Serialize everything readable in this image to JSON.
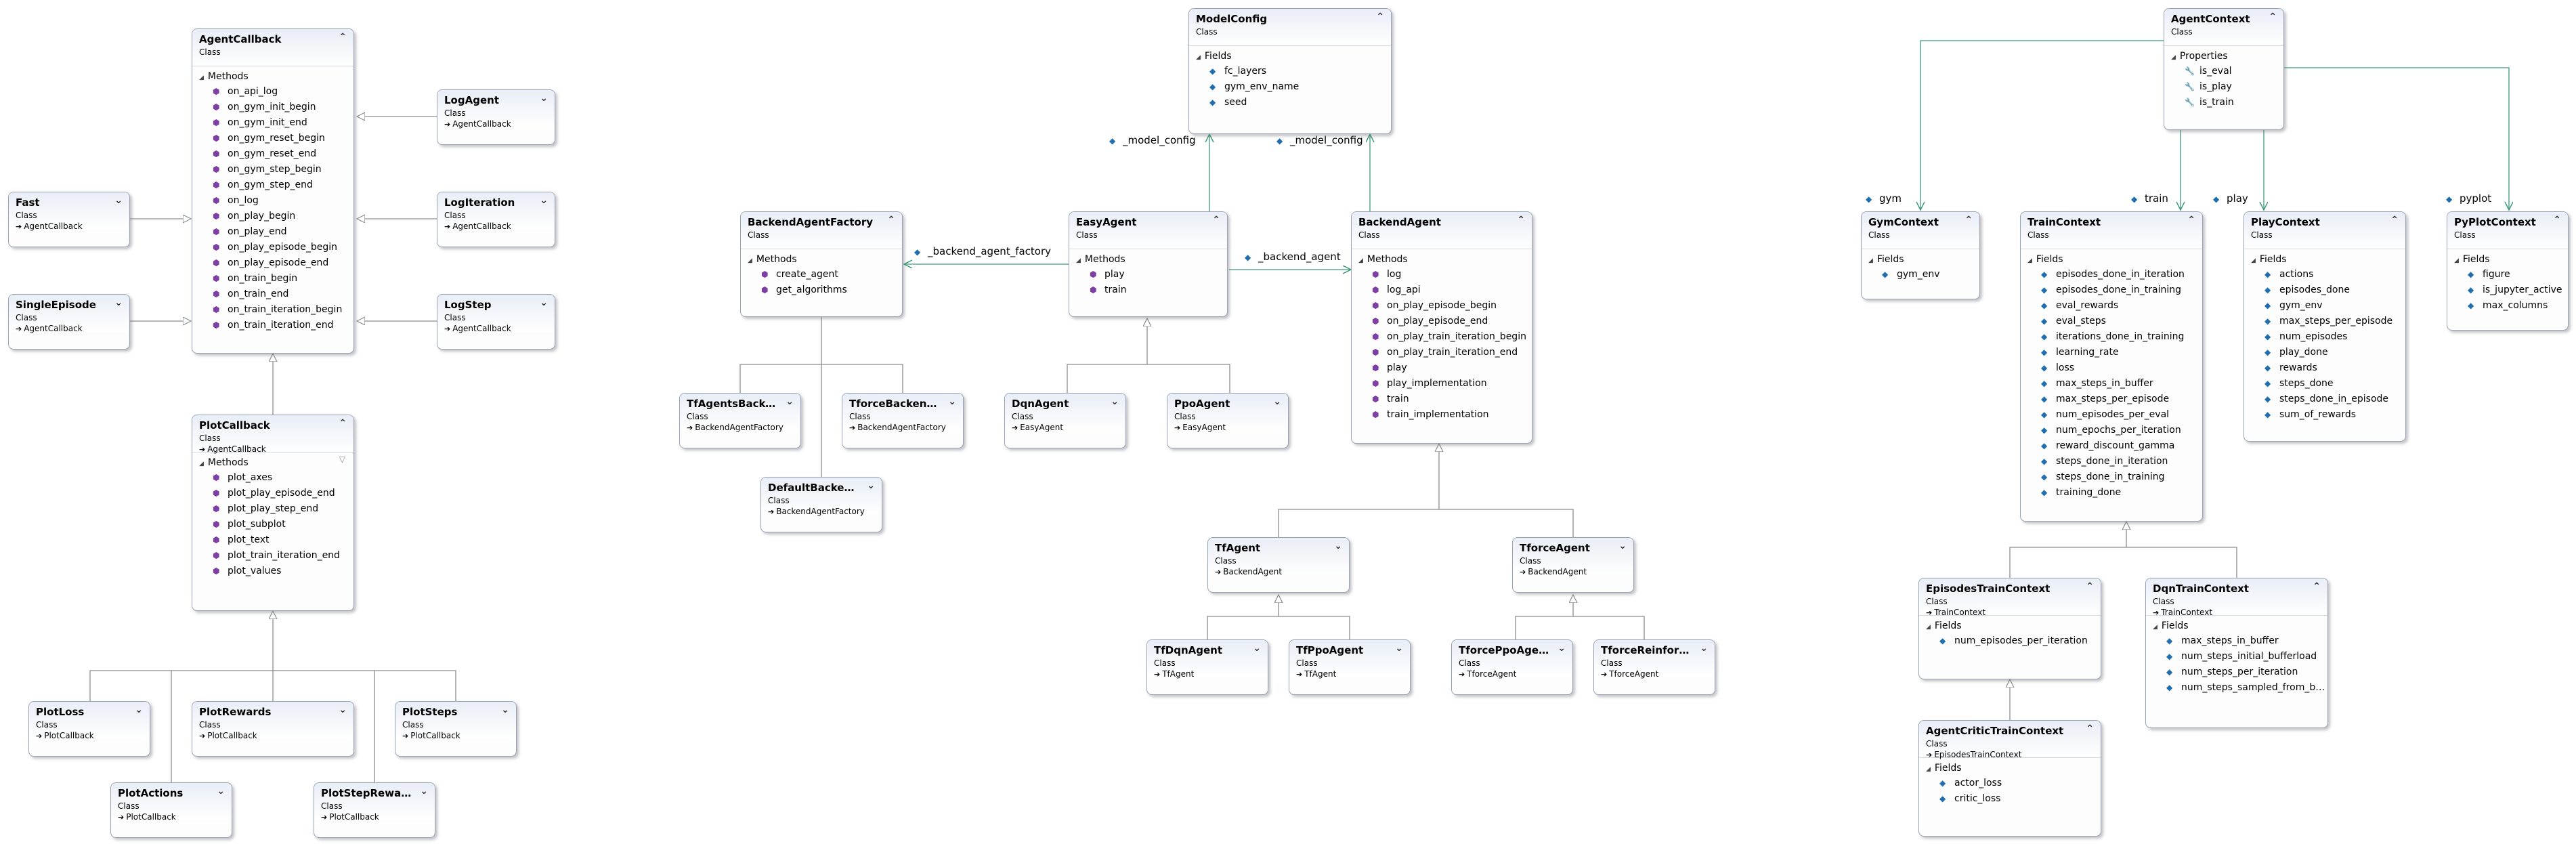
{
  "labels": {
    "backend_agent_factory": "_backend_agent_factory",
    "model_config_1": "_model_config",
    "model_config_2": "_model_config",
    "backend_agent": "_backend_agent",
    "gym": "gym",
    "train": "train",
    "play": "play",
    "pyplot": "pyplot"
  },
  "classes": {
    "agentcallback": {
      "name": "AgentCallback",
      "kind": "Class",
      "section": "Methods",
      "members": [
        "on_api_log",
        "on_gym_init_begin",
        "on_gym_init_end",
        "on_gym_reset_begin",
        "on_gym_reset_end",
        "on_gym_step_begin",
        "on_gym_step_end",
        "on_log",
        "on_play_begin",
        "on_play_end",
        "on_play_episode_begin",
        "on_play_episode_end",
        "on_train_begin",
        "on_train_end",
        "on_train_iteration_begin",
        "on_train_iteration_end"
      ]
    },
    "logagent": {
      "name": "LogAgent",
      "kind": "Class",
      "base": "AgentCallback"
    },
    "fast": {
      "name": "Fast",
      "kind": "Class",
      "base": "AgentCallback"
    },
    "logiteration": {
      "name": "LogIteration",
      "kind": "Class",
      "base": "AgentCallback"
    },
    "singleepisode": {
      "name": "SingleEpisode",
      "kind": "Class",
      "base": "AgentCallback"
    },
    "logstep": {
      "name": "LogStep",
      "kind": "Class",
      "base": "AgentCallback"
    },
    "plotcallback": {
      "name": "PlotCallback",
      "kind": "Class",
      "base": "AgentCallback",
      "section": "Methods",
      "members": [
        "plot_axes",
        "plot_play_episode_end",
        "plot_play_step_end",
        "plot_subplot",
        "plot_text",
        "plot_train_iteration_end",
        "plot_values"
      ]
    },
    "plotloss": {
      "name": "PlotLoss",
      "kind": "Class",
      "base": "PlotCallback"
    },
    "plotrewards": {
      "name": "PlotRewards",
      "kind": "Class",
      "base": "PlotCallback"
    },
    "plotsteps": {
      "name": "PlotSteps",
      "kind": "Class",
      "base": "PlotCallback"
    },
    "plotactions": {
      "name": "PlotActions",
      "kind": "Class",
      "base": "PlotCallback"
    },
    "plotsteprewards": {
      "name": "PlotStepRewards",
      "kind": "Class",
      "base": "PlotCallback"
    },
    "modelconfig": {
      "name": "ModelConfig",
      "kind": "Class",
      "section": "Fields",
      "members": [
        "fc_layers",
        "gym_env_name",
        "seed"
      ]
    },
    "backendagentfactory": {
      "name": "BackendAgentFactory",
      "kind": "Class",
      "section": "Methods",
      "members": [
        "create_agent",
        "get_algorithms"
      ]
    },
    "easyagent": {
      "name": "EasyAgent",
      "kind": "Class",
      "section": "Methods",
      "members": [
        "play",
        "train"
      ]
    },
    "backendagent": {
      "name": "BackendAgent",
      "kind": "Class",
      "section": "Methods",
      "members": [
        "log",
        "log_api",
        "on_play_episode_begin",
        "on_play_episode_end",
        "on_play_train_iteration_begin",
        "on_play_train_iteration_end",
        "play",
        "play_implementation",
        "train",
        "train_implementation"
      ]
    },
    "tfagentsbackend": {
      "name": "TfAgentsBacken…",
      "kind": "Class",
      "base": "BackendAgentFactory"
    },
    "tforcebackend": {
      "name": "TforceBackendA…",
      "kind": "Class",
      "base": "BackendAgentFactory"
    },
    "defaultbackend": {
      "name": "DefaultBackend…",
      "kind": "Class",
      "base": "BackendAgentFactory"
    },
    "dqnagent": {
      "name": "DqnAgent",
      "kind": "Class",
      "base": "EasyAgent"
    },
    "ppoagent": {
      "name": "PpoAgent",
      "kind": "Class",
      "base": "EasyAgent"
    },
    "tfagent": {
      "name": "TfAgent",
      "kind": "Class",
      "base": "BackendAgent"
    },
    "tforceagent": {
      "name": "TforceAgent",
      "kind": "Class",
      "base": "BackendAgent"
    },
    "tfdqnagent": {
      "name": "TfDqnAgent",
      "kind": "Class",
      "base": "TfAgent"
    },
    "tfppoagent": {
      "name": "TfPpoAgent",
      "kind": "Class",
      "base": "TfAgent"
    },
    "tforceppoagent": {
      "name": "TforcePpoAgent",
      "kind": "Class",
      "base": "TforceAgent"
    },
    "tforcereinforce": {
      "name": "TforceReinforce…",
      "kind": "Class",
      "base": "TforceAgent"
    },
    "agentcontext": {
      "name": "AgentContext",
      "kind": "Class",
      "section": "Properties",
      "members": [
        "is_eval",
        "is_play",
        "is_train"
      ]
    },
    "gymcontext": {
      "name": "GymContext",
      "kind": "Class",
      "section": "Fields",
      "members": [
        "gym_env"
      ]
    },
    "traincontext": {
      "name": "TrainContext",
      "kind": "Class",
      "section": "Fields",
      "members": [
        "episodes_done_in_iteration",
        "episodes_done_in_training",
        "eval_rewards",
        "eval_steps",
        "iterations_done_in_training",
        "learning_rate",
        "loss",
        "max_steps_in_buffer",
        "max_steps_per_episode",
        "num_episodes_per_eval",
        "num_epochs_per_iteration",
        "reward_discount_gamma",
        "steps_done_in_iteration",
        "steps_done_in_training",
        "training_done"
      ]
    },
    "playcontext": {
      "name": "PlayContext",
      "kind": "Class",
      "section": "Fields",
      "members": [
        "actions",
        "episodes_done",
        "gym_env",
        "max_steps_per_episode",
        "num_episodes",
        "play_done",
        "rewards",
        "steps_done",
        "steps_done_in_episode",
        "sum_of_rewards"
      ]
    },
    "pyplotcontext": {
      "name": "PyPlotContext",
      "kind": "Class",
      "section": "Fields",
      "members": [
        "figure",
        "is_jupyter_active",
        "max_columns"
      ]
    },
    "episodestraincontext": {
      "name": "EpisodesTrainContext",
      "kind": "Class",
      "base": "TrainContext",
      "section": "Fields",
      "members": [
        "num_episodes_per_iteration"
      ]
    },
    "dqntraincontext": {
      "name": "DqnTrainContext",
      "kind": "Class",
      "base": "TrainContext",
      "section": "Fields",
      "members": [
        "max_steps_in_buffer",
        "num_steps_initial_bufferload",
        "num_steps_per_iteration",
        "num_steps_sampled_from_b…"
      ]
    },
    "agentcritictraincontext": {
      "name": "AgentCriticTrainContext",
      "kind": "Class",
      "base": "EpisodesTrainContext",
      "section": "Fields",
      "members": [
        "actor_loss",
        "critic_loss"
      ]
    }
  }
}
